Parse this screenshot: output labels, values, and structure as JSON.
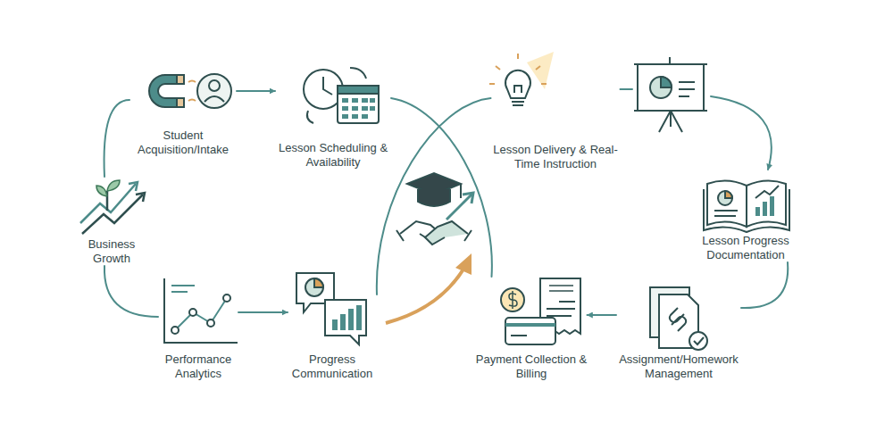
{
  "diagram": {
    "nodes": [
      {
        "text": [
          "Student Acquisition/Intake"
        ]
      },
      {
        "text": [
          "Lesson Scheduling & Availability"
        ]
      },
      {
        "text": [
          "Lesson Delivery & Real-Time Instruction"
        ]
      },
      {
        "text": [
          "Lesson Progress Documentation"
        ]
      },
      {
        "text": [
          "Assignment/Homework Management"
        ]
      },
      {
        "text": [
          "Payment Collection & Billing"
        ]
      },
      {
        "text": [
          "Progress Communication"
        ]
      },
      {
        "text": [
          "Performance Analytics"
        ]
      },
      {
        "text": [
          "Business Growth"
        ]
      }
    ],
    "edges": [
      {
        "from": 0,
        "to": 1,
        "arrow": "to"
      },
      {
        "from": 1,
        "to": 5,
        "arrow": "none"
      },
      {
        "from": 2,
        "to": 6,
        "arrow": "none"
      },
      {
        "from": 2,
        "to": 3,
        "arrow": "to"
      },
      {
        "from": 3,
        "to": 4,
        "arrow": "none"
      },
      {
        "from": 4,
        "to": 5,
        "arrow": "to"
      },
      {
        "from": 7,
        "to": 6,
        "arrow": "to"
      },
      {
        "from": 8,
        "to": 0,
        "arrow": "none"
      },
      {
        "from": 8,
        "to": 7,
        "arrow": "none"
      }
    ]
  }
}
